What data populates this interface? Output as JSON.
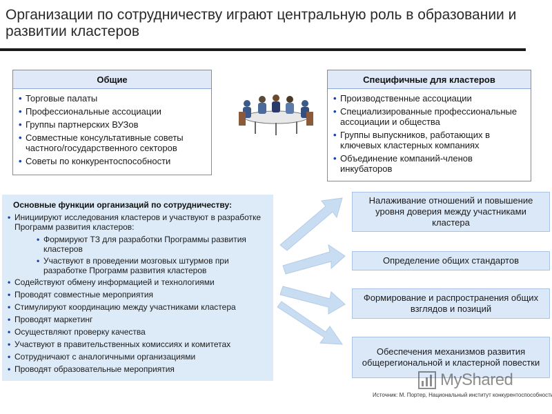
{
  "title": "Организации по сотрудничеству играют центральную роль в образовании и развитии кластеров",
  "general": {
    "heading": "Общие",
    "items": [
      "Торговые палаты",
      "Профессиональные ассоциации",
      "Группы партнерских ВУЗов",
      "Совместные консультативные советы частного/государственного секторов",
      "Советы по конкурентоспособности"
    ]
  },
  "specific": {
    "heading": "Специфичные для кластеров",
    "items": [
      "Производственные ассоциации",
      "Специализированные профессиональные ассоциации и общества",
      "Группы выпускников, работающих в ключевых кластерных компаниях",
      "Объединение компаний-членов инкубаторов"
    ]
  },
  "functions": {
    "heading": "Основные функции организаций по сотрудничеству:",
    "items": [
      "Инициируют исследования кластеров и участвуют в разработке Программ развития кластеров:",
      "Формируют ТЗ для разработки Программы развития кластеров",
      "Участвуют в проведении мозговых штурмов при разработке Программ развития кластеров",
      "Содействуют обмену информацией и технологиями",
      "Проводят совместные мероприятия",
      "Стимулируют координацию между участниками кластера",
      "Проводят маркетинг",
      "Осуществляют проверку качества",
      "Участвуют в правительственных комиссиях и комитетах",
      "Сотрудничают с аналогичными организациями",
      "Проводят образовательные мероприятия"
    ]
  },
  "outcomes": [
    "Налаживание отношений и повышение уровня доверия между участниками кластера",
    "Определение общих стандартов",
    "Формирование и распространения общих взглядов и позиций",
    "Обеспечения механизмов развития общерегиональной и кластерной повестки"
  ],
  "logo_text": "MyShared",
  "source": "Источник: М. Портер, Национальный институт конкурентоспособности",
  "colors": {
    "bullet": "#1f3fa8",
    "panel": "#ddebf8",
    "arrow": "#c9ddf2",
    "header_fill": "#dfe9f7"
  },
  "icons": [
    "meeting-table-illustration",
    "arrow-icon",
    "logo-bars-icon"
  ]
}
